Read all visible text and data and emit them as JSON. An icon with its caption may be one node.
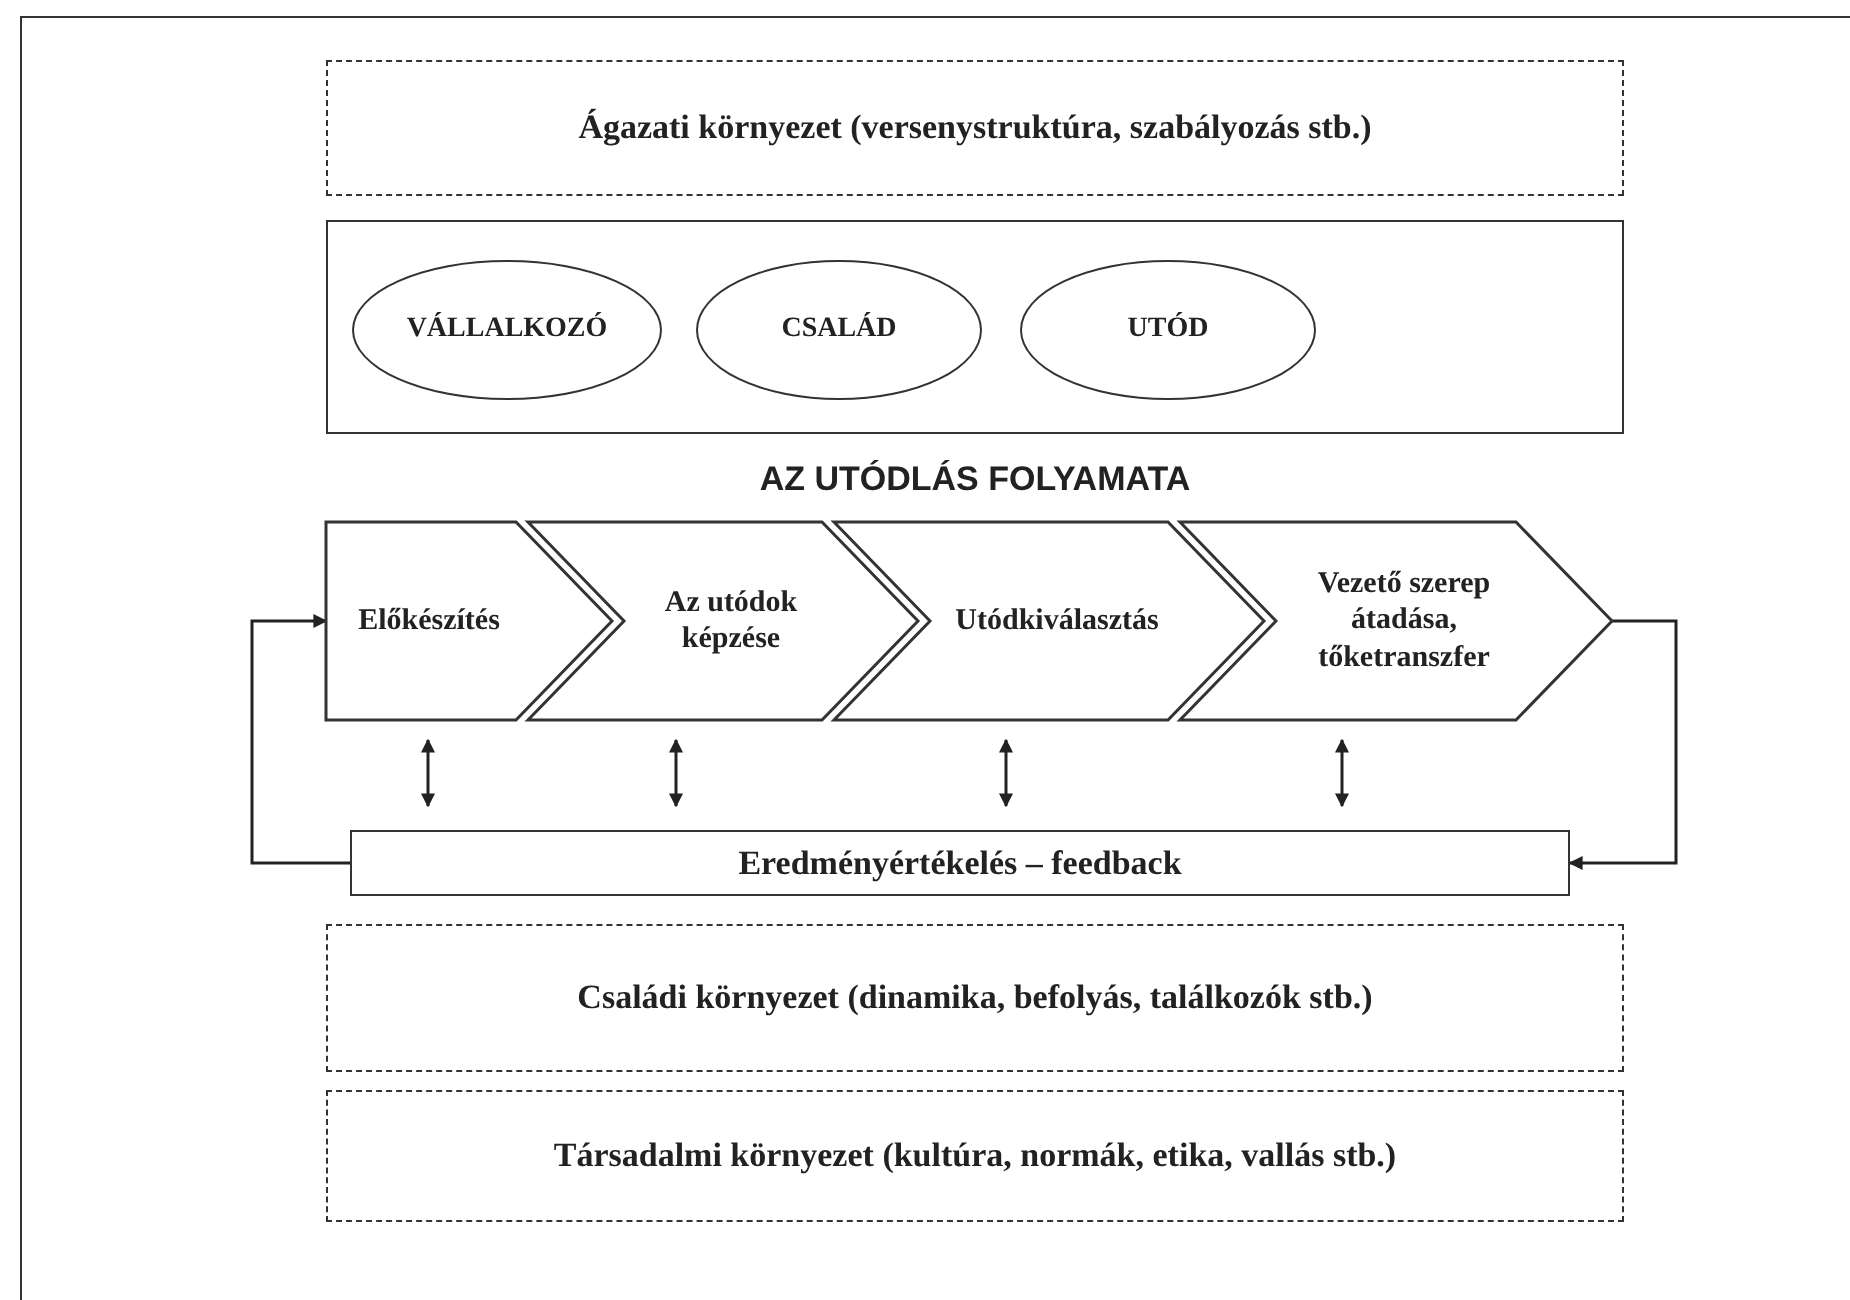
{
  "diagram": {
    "nodes": [
      {
        "text": [
          "Ágazati környezet (versenystruktúra, szabályozás stb.)"
        ]
      },
      {
        "text": [],
        "shape": "box"
      },
      {
        "text": [
          "VÁLLALKOZÓ"
        ],
        "in": 1
      },
      {
        "text": [
          "CSALÁD"
        ],
        "in": 1
      },
      {
        "text": [
          "UTÓD"
        ],
        "in": 1
      },
      {
        "text": [
          "Előkészítés"
        ]
      },
      {
        "text": [
          "Az utódok képzése"
        ]
      },
      {
        "text": [
          "Utódkiválasztás"
        ]
      },
      {
        "text": [
          "Vezető szerep átadása, tőketranszfer"
        ]
      },
      {
        "text": [
          "Eredményértékelés – feedback"
        ]
      },
      {
        "text": [
          "Családi környezet (dinamika, befolyás, találkozók stb.)"
        ]
      },
      {
        "text": [
          "Társadalmi környezet (kultúra, normák, etika, vallás stb.)"
        ]
      }
    ],
    "edges": [
      {
        "from": 8,
        "to": 9,
        "arrow": "to"
      },
      {
        "from": 9,
        "to": 5,
        "arrow": "to"
      },
      {
        "from": 5,
        "to": 9,
        "arrow": "both"
      },
      {
        "from": 6,
        "to": 9,
        "arrow": "both"
      },
      {
        "from": 7,
        "to": 9,
        "arrow": "both"
      },
      {
        "from": 8,
        "to": 9,
        "arrow": "both"
      }
    ],
    "labels": [
      "AZ UTÓDLÁS FOLYAMATA"
    ]
  }
}
